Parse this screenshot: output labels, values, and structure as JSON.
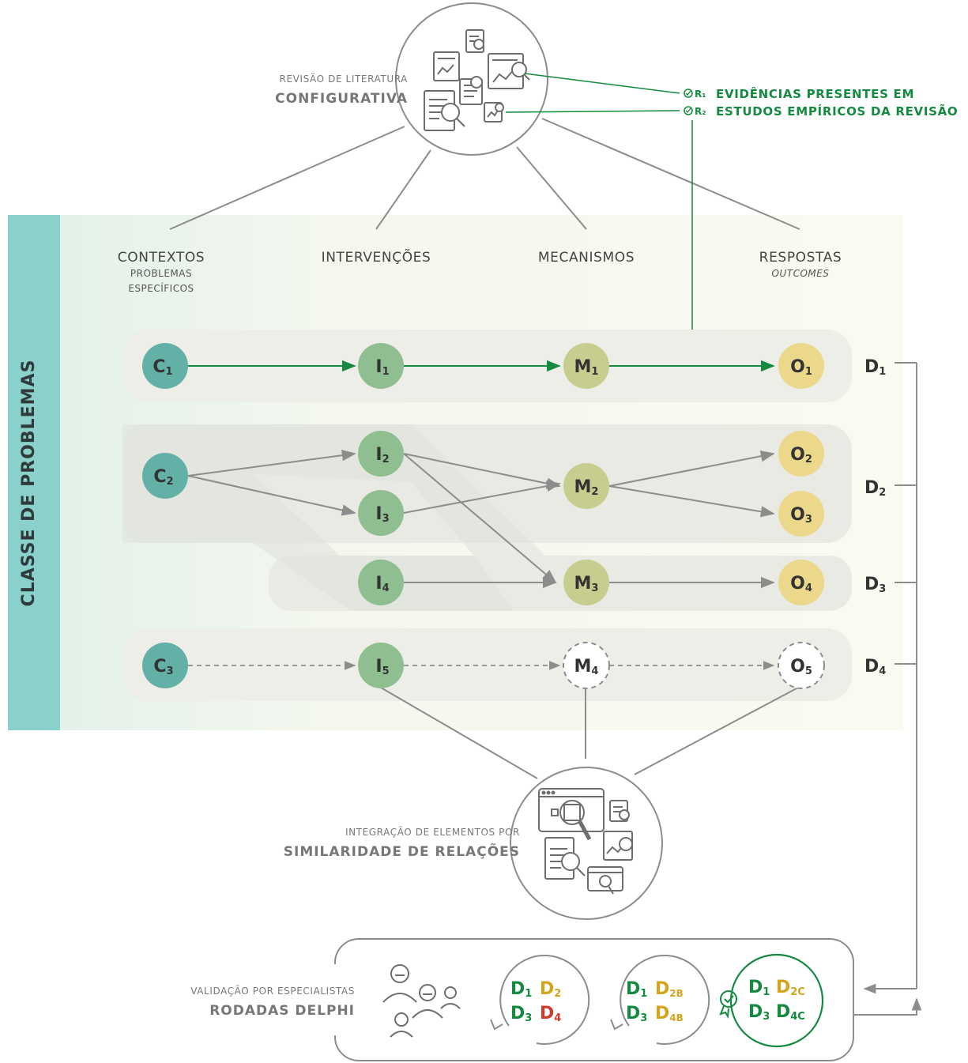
{
  "colors": {
    "teal": "#6cbdb3",
    "teal_node": "#62b0a6",
    "green_node": "#8fbe91",
    "olive_node": "#c7cd8f",
    "yellow_node": "#ecd88a",
    "green_text": "#138a3f",
    "yellow_text": "#d4a51b",
    "red_text": "#cf3b2a",
    "gray_line": "#8c8c8c",
    "dark_text": "#444444",
    "band_fill": "#fbfaef",
    "sidebar": "#89d1ca"
  },
  "sidebar": {
    "label": "CLASSE DE PROBLEMAS"
  },
  "review": {
    "line1": "REVISÃO DE LITERATURA",
    "line2": "CONFIGURATIVA",
    "r1_label": "R₁",
    "r2_label": "R₂",
    "evidence_line1": "EVIDÊNCIAS PRESENTES EM",
    "evidence_line2": "ESTUDOS EMPÍRICOS DA REVISÃO"
  },
  "columns": {
    "contexts": {
      "title": "CONTEXTOS",
      "sub1": "PROBLEMAS",
      "sub2": "ESPECÍFICOS"
    },
    "interventions": {
      "title": "INTERVENÇÕES"
    },
    "mechanisms": {
      "title": "MECANISMOS"
    },
    "responses": {
      "title": "RESPOSTAS",
      "sub1": "OUTCOMES"
    }
  },
  "nodes": {
    "c1": {
      "letter": "C",
      "sub": "1"
    },
    "c2": {
      "letter": "C",
      "sub": "2"
    },
    "c3": {
      "letter": "C",
      "sub": "3"
    },
    "i1": {
      "letter": "I",
      "sub": "1"
    },
    "i2": {
      "letter": "I",
      "sub": "2"
    },
    "i3": {
      "letter": "I",
      "sub": "3"
    },
    "i4": {
      "letter": "I",
      "sub": "4"
    },
    "i5": {
      "letter": "I",
      "sub": "5"
    },
    "m1": {
      "letter": "M",
      "sub": "1"
    },
    "m2": {
      "letter": "M",
      "sub": "2"
    },
    "m3": {
      "letter": "M",
      "sub": "3"
    },
    "m4": {
      "letter": "M",
      "sub": "4"
    },
    "o1": {
      "letter": "O",
      "sub": "1"
    },
    "o2": {
      "letter": "O",
      "sub": "2"
    },
    "o3": {
      "letter": "O",
      "sub": "3"
    },
    "o4": {
      "letter": "O",
      "sub": "4"
    },
    "o5": {
      "letter": "O",
      "sub": "5"
    }
  },
  "designs": {
    "d1": {
      "letter": "D",
      "sub": "1"
    },
    "d2": {
      "letter": "D",
      "sub": "2"
    },
    "d3": {
      "letter": "D",
      "sub": "3"
    },
    "d4": {
      "letter": "D",
      "sub": "4"
    }
  },
  "integration": {
    "line1": "INTEGRAÇÃO DE ELEMENTOS POR",
    "line2": "SIMILARIDADE DE RELAÇÕES"
  },
  "validation": {
    "line1": "VALIDAÇÃO POR ESPECIALISTAS",
    "line2": "RODADAS DELPHI",
    "round1": {
      "a": "1",
      "b": "2",
      "c": "3",
      "d": "4"
    },
    "round2": {
      "a": "1",
      "b": "2B",
      "c": "3",
      "d": "4B"
    },
    "round3": {
      "a": "1",
      "b": "2C",
      "c": "3",
      "d": "4C"
    },
    "d_letter": "D"
  }
}
